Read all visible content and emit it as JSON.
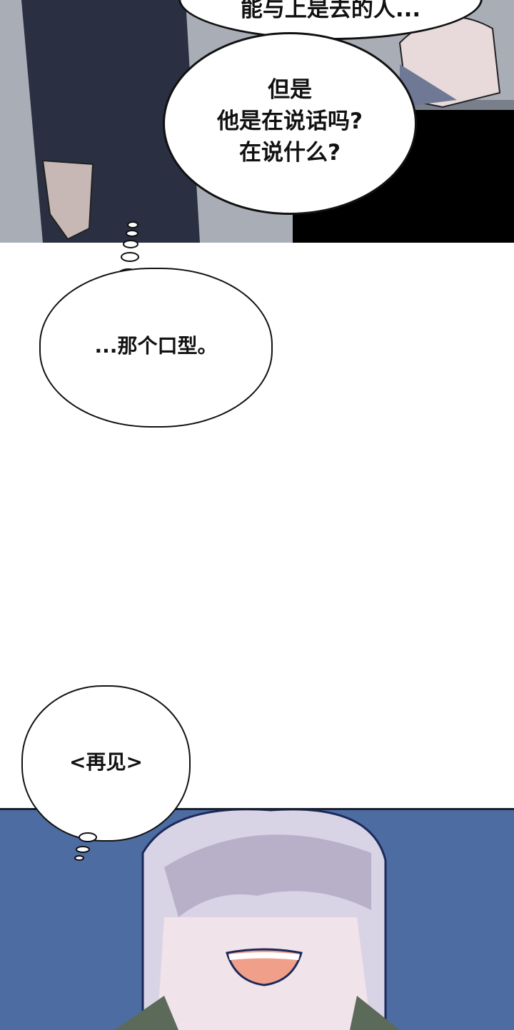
{
  "top_panel": {
    "cropped_bubble_text": "能与上是去的人...",
    "speech_bubble": {
      "lines": [
        "但是",
        "他是在说话吗?",
        "在说什么?"
      ]
    }
  },
  "thought_bubble_1": {
    "text": "...那个口型。"
  },
  "thought_bubble_2": {
    "text": "<再见>"
  },
  "colors": {
    "bottom_panel_bg": "#4a6aa0",
    "skin": "#f1e3ea",
    "mouth": "#f0a08a"
  }
}
